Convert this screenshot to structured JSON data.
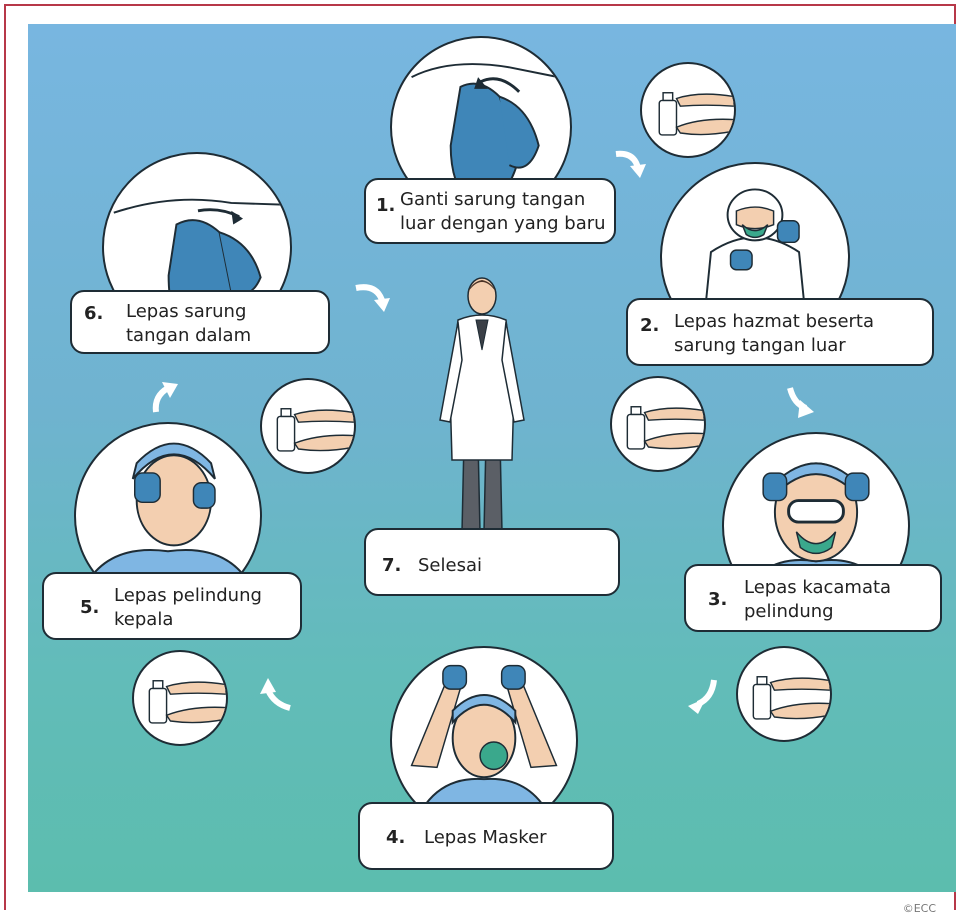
{
  "steps": [
    {
      "number": "1.",
      "line1": "Ganti sarung tangan",
      "line2": "luar dengan yang baru"
    },
    {
      "number": "2.",
      "line1": "Lepas hazmat beserta",
      "line2": "sarung tangan luar"
    },
    {
      "number": "3.",
      "line1": "Lepas kacamata",
      "line2": "pelindung"
    },
    {
      "number": "4.",
      "line1": "Lepas Masker",
      "line2": ""
    },
    {
      "number": "5.",
      "line1": "Lepas pelindung",
      "line2": "kepala"
    },
    {
      "number": "6.",
      "line1": "Lepas sarung",
      "line2": "tangan dalam"
    },
    {
      "number": "7.",
      "line1": "Selesai",
      "line2": ""
    }
  ],
  "watermark": "©ECC",
  "colors": {
    "glove": "#3f86b8",
    "scrubs": "#7fb6e3",
    "mask": "#3aa88c",
    "skin": "#f3cfb0",
    "outline": "#1e2c35",
    "frame": "#b73848",
    "arrow": "#ffffff"
  },
  "icons": [
    "sanitizer-icon",
    "curved-arrow-icon"
  ]
}
